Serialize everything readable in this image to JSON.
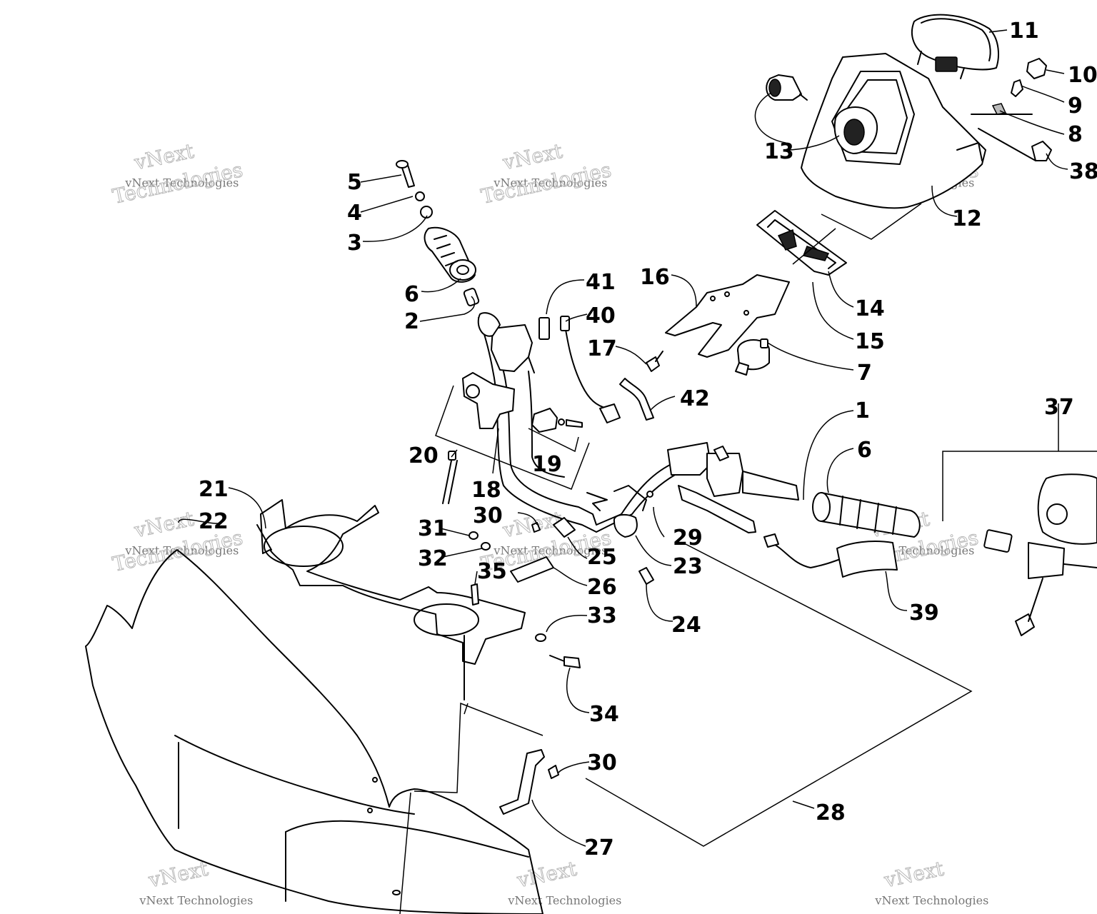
{
  "watermark": {
    "line_top": "vNext",
    "line_small": "vNext Technologies",
    "line_big": "Technologies"
  },
  "callouts": [
    "1",
    "2",
    "3",
    "4",
    "5",
    "6",
    "6b",
    "7",
    "8",
    "9",
    "10",
    "11",
    "12",
    "13",
    "14",
    "15",
    "16",
    "17",
    "18",
    "19",
    "20",
    "21",
    "22",
    "23",
    "24",
    "25",
    "26",
    "27",
    "28",
    "29",
    "30",
    "30b",
    "31",
    "32",
    "33",
    "34",
    "35",
    "37",
    "38",
    "39",
    "40",
    "41",
    "42"
  ],
  "labels": {
    "1": "1",
    "2": "2",
    "3": "3",
    "4": "4",
    "5": "5",
    "6": "6",
    "6b": "6",
    "7": "7",
    "8": "8",
    "9": "9",
    "10": "10",
    "11": "11",
    "12": "12",
    "13": "13",
    "14": "14",
    "15": "15",
    "16": "16",
    "17": "17",
    "18": "18",
    "19": "19",
    "20": "20",
    "21": "21",
    "22": "22",
    "23": "23",
    "24": "24",
    "25": "25",
    "26": "26",
    "27": "27",
    "28": "28",
    "29": "29",
    "30": "30",
    "30b": "30",
    "31": "31",
    "32": "32",
    "33": "33",
    "34": "34",
    "35": "35",
    "37": "37",
    "38": "38",
    "39": "39",
    "40": "40",
    "41": "41",
    "42": "42"
  }
}
